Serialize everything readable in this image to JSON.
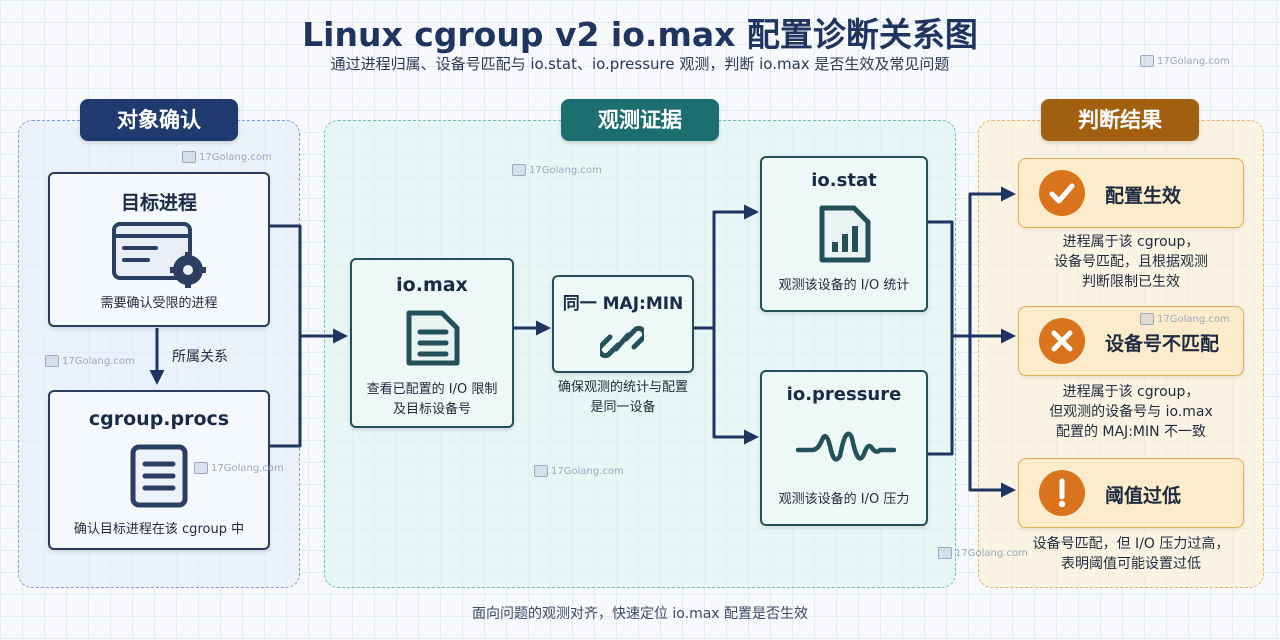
{
  "title": "Linux cgroup v2 io.max 配置诊断关系图",
  "subtitle": "通过进程归属、设备号匹配与 io.stat、io.pressure 观测，判断 io.max 是否生效及常见问题",
  "footer": "面向问题的观测对齐，快速定位 io.max 配置是否生效",
  "sections": {
    "object": {
      "title": "对象确认",
      "target": {
        "title": "目标进程",
        "desc": "需要确认受限的进程",
        "icon": "process-settings-icon"
      },
      "relation": "所属关系",
      "procs": {
        "title": "cgroup.procs",
        "desc": "确认目标进程在该 cgroup 中",
        "icon": "document-icon"
      }
    },
    "evidence": {
      "title": "观测证据",
      "iomax": {
        "title": "io.max",
        "desc1": "查看已配置的 I/O 限制",
        "desc2": "及目标设备号",
        "icon": "document-icon"
      },
      "majmin": {
        "title": "同一 MAJ:MIN",
        "desc1": "确保观测的统计与配置",
        "desc2": "是同一设备",
        "icon": "link-icon"
      },
      "iostat": {
        "title": "io.stat",
        "desc": "观测该设备的 I/O 统计",
        "icon": "bar-chart-icon"
      },
      "iopressure": {
        "title": "io.pressure",
        "desc": "观测该设备的 I/O 压力",
        "icon": "wave-icon"
      }
    },
    "result": {
      "title": "判断结果",
      "items": [
        {
          "title": "配置生效",
          "icon": "check-icon",
          "lines": [
            "进程属于该 cgroup，",
            "设备号匹配，且根据观测",
            "判断限制已生效"
          ]
        },
        {
          "title": "设备号不匹配",
          "icon": "cross-icon",
          "lines": [
            "进程属于该 cgroup，",
            "但观测的设备号与 io.max",
            "配置的 MAJ:MIN 不一致"
          ]
        },
        {
          "title": "阈值过低",
          "icon": "exclamation-icon",
          "lines": [
            "设备号匹配，但 I/O 压力过高，",
            "表明阈值可能设置过低"
          ]
        }
      ]
    }
  },
  "watermark": "17Golang.com",
  "colors": {
    "navy": "#1f3a6e",
    "teal": "#1c6e70",
    "orange": "#a35f10",
    "result_circle": "#d9731c",
    "arrow": "#1e3561"
  }
}
